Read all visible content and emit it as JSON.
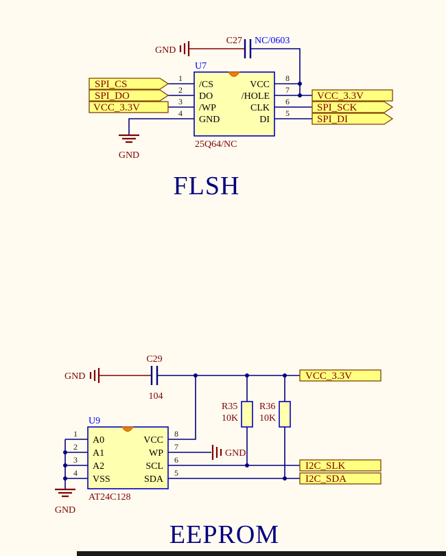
{
  "colors": {
    "background": "#FFFBF0",
    "wire": "#000080",
    "power_object": "#800000",
    "component_fill": "#FFFFB0",
    "component_outline": "#0000C0",
    "port_fill": "#FFFF80",
    "port_outline": "#804000",
    "port_text": "#800000",
    "designator_text": "#0000FF",
    "value_text": "#800000",
    "pin_text": "#000000",
    "title_text": "#000080",
    "notch": "#F08000"
  },
  "flash": {
    "title": "FLSH",
    "gnd_top": "GND",
    "gnd_bottom": "GND",
    "capacitor": {
      "designator": "C27",
      "value": "NC/0603"
    },
    "chip": {
      "designator": "U7",
      "part_number": "25Q64/NC",
      "pins_left": [
        {
          "number": "1",
          "name": "/CS"
        },
        {
          "number": "2",
          "name": "DO"
        },
        {
          "number": "3",
          "name": "/WP"
        },
        {
          "number": "4",
          "name": "GND"
        }
      ],
      "pins_right": [
        {
          "number": "8",
          "name": "VCC"
        },
        {
          "number": "7",
          "name": "/HOLE"
        },
        {
          "number": "6",
          "name": "CLK"
        },
        {
          "number": "5",
          "name": "DI"
        }
      ]
    },
    "ports_left": [
      {
        "label": "SPI_CS"
      },
      {
        "label": "SPI_DO"
      },
      {
        "label": "VCC_3.3V"
      }
    ],
    "ports_right": [
      {
        "label": "VCC_3.3V"
      },
      {
        "label": "SPI_SCK"
      },
      {
        "label": "SPI_DI"
      }
    ]
  },
  "eeprom": {
    "title": "EEPROM",
    "gnd_top": "GND",
    "gnd_wp": "GND",
    "gnd_left": "GND",
    "capacitor": {
      "designator": "C29",
      "value": "104"
    },
    "resistors": [
      {
        "designator": "R35",
        "value": "10K"
      },
      {
        "designator": "R36",
        "value": "10K"
      }
    ],
    "chip": {
      "designator": "U9",
      "part_number": "AT24C128",
      "pins_left": [
        {
          "number": "1",
          "name": "A0"
        },
        {
          "number": "2",
          "name": "A1"
        },
        {
          "number": "3",
          "name": "A2"
        },
        {
          "number": "4",
          "name": "VSS"
        }
      ],
      "pins_right": [
        {
          "number": "8",
          "name": "VCC"
        },
        {
          "number": "7",
          "name": "WP"
        },
        {
          "number": "6",
          "name": "SCL"
        },
        {
          "number": "5",
          "name": "SDA"
        }
      ]
    },
    "ports_right": [
      {
        "label": "VCC_3.3V"
      },
      {
        "label": "I2C_SLK"
      },
      {
        "label": "I2C_SDA"
      }
    ]
  }
}
